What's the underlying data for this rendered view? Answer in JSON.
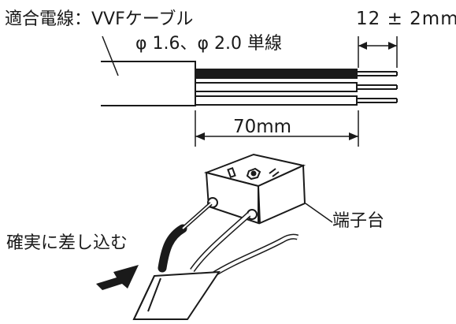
{
  "labels": {
    "wire_spec_line1": "適合電線：VVFケーブル",
    "wire_spec_line2": "φ 1.6、φ 2.0 単線",
    "strip_length": "12 ± 2mm",
    "sheath_length": "70mm",
    "terminal_block": "端子台",
    "instruction": "確実に差し込む"
  }
}
